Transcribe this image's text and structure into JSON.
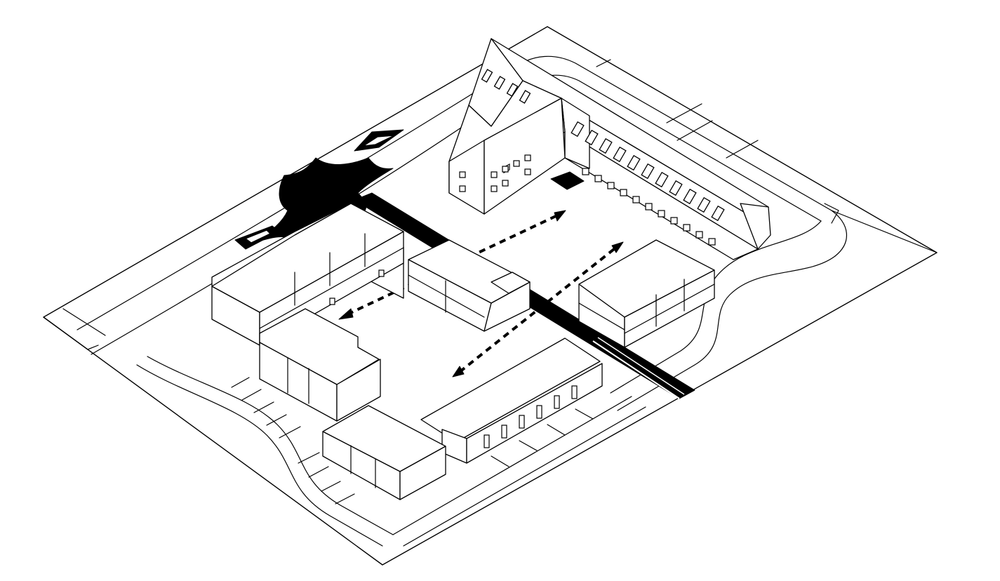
{
  "diagram": {
    "style": "monochrome isometric line drawing",
    "colors": {
      "ink": "#000000",
      "paper": "#ffffff"
    },
    "elements": [
      "site-plot",
      "main-road",
      "roundabout-junction",
      "courtyard",
      "terrace-block",
      "circulation-arrows"
    ]
  }
}
